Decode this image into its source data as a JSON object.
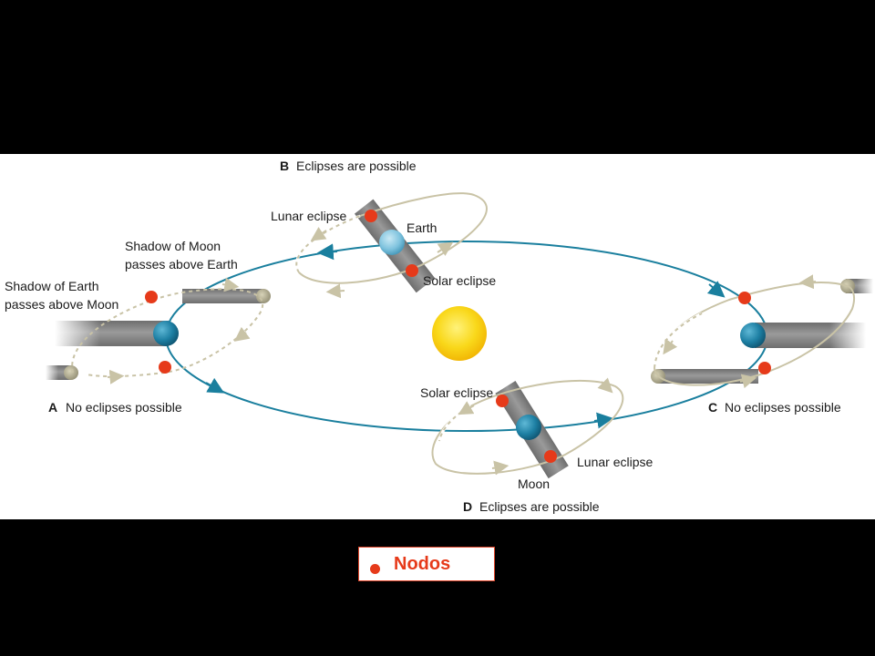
{
  "labels": {
    "b_letter": "B",
    "b_title": "Eclipses are possible",
    "b_lunar": "Lunar eclipse",
    "b_earth": "Earth",
    "b_solar": "Solar eclipse",
    "shadow_moon_1": "Shadow of Moon",
    "shadow_moon_2": "passes above Earth",
    "shadow_earth_1": "Shadow of Earth",
    "shadow_earth_2": "passes above Moon",
    "a_letter": "A",
    "a_title": "No eclipses possible",
    "c_letter": "C",
    "c_title": "No eclipses possible",
    "d_solar": "Solar eclipse",
    "d_lunar": "Lunar eclipse",
    "d_moon": "Moon",
    "d_letter": "D",
    "d_title": "Eclipses are possible"
  },
  "legend": {
    "label": "Nodos"
  },
  "colors": {
    "background": "#000000",
    "panel": "#ffffff",
    "orbit": "#1a7f9e",
    "moon_orbit": "#c9c3a6",
    "node": "#e63a1a",
    "shadow": "#8a8a8a",
    "earth": "#1d7fa3",
    "sun": "#f7cf10"
  }
}
